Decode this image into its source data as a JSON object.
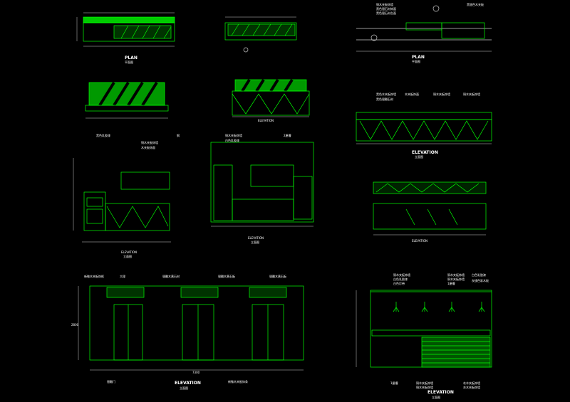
{
  "sheet": {
    "background": "#000000",
    "line_color": "#00ff00",
    "dim_color": "#cccccc"
  },
  "titles": {
    "plan_en": "PLAN",
    "plan_cn": "平面图",
    "elevation_en": "ELEVATION",
    "elevation_cn": "立面图"
  },
  "bottom_elevation": {
    "labels_top": [
      "新微木夹板饰框",
      "大理",
      "银雕木黄石材",
      "银雕木黄石板",
      "银雕木黄石板"
    ],
    "labels_bottom": [
      "银雕门",
      "新微木夹板饰条"
    ],
    "height_dim": "2800",
    "width_dim": "7300"
  },
  "right_bottom_elevation": {
    "labels_top": [
      "铜木夹板饰墙",
      "白色乳胶漆",
      "白色灯带",
      "铜木夹板饰墙",
      "铜木夹板饰墙",
      "1厘槽"
    ],
    "labels_right": [
      "白色乳胶漆",
      "灰镜色彩木板"
    ],
    "labels_bottom": [
      "1厘槽",
      "铜木夹板饰墙",
      "铜木夹板饰墙",
      "灰木夹板饰墙",
      "灰木夹板饰墙"
    ]
  },
  "right_mid_elevation": {
    "labels": [
      "黑色木夹板饰墙",
      "黑色银雕石材",
      "木夹板饰面",
      "铜木夹板饰墙",
      "铜木夹板饰墙"
    ]
  },
  "top_right_plan": {
    "labels": [
      "铜木夹板饰墙",
      "黑色银石材饰面",
      "黑色银石材台面",
      "黑银色木夹板"
    ]
  },
  "left_mid_elevation": {
    "labels": [
      "黑色乳胶漆",
      "钢",
      "铜木夹板饰墙",
      "木夹板饰面"
    ]
  },
  "center_mid_elevation": {
    "labels": [
      "铜木夹板饰墙",
      "白色乳胶漆",
      "2厘槽"
    ]
  }
}
